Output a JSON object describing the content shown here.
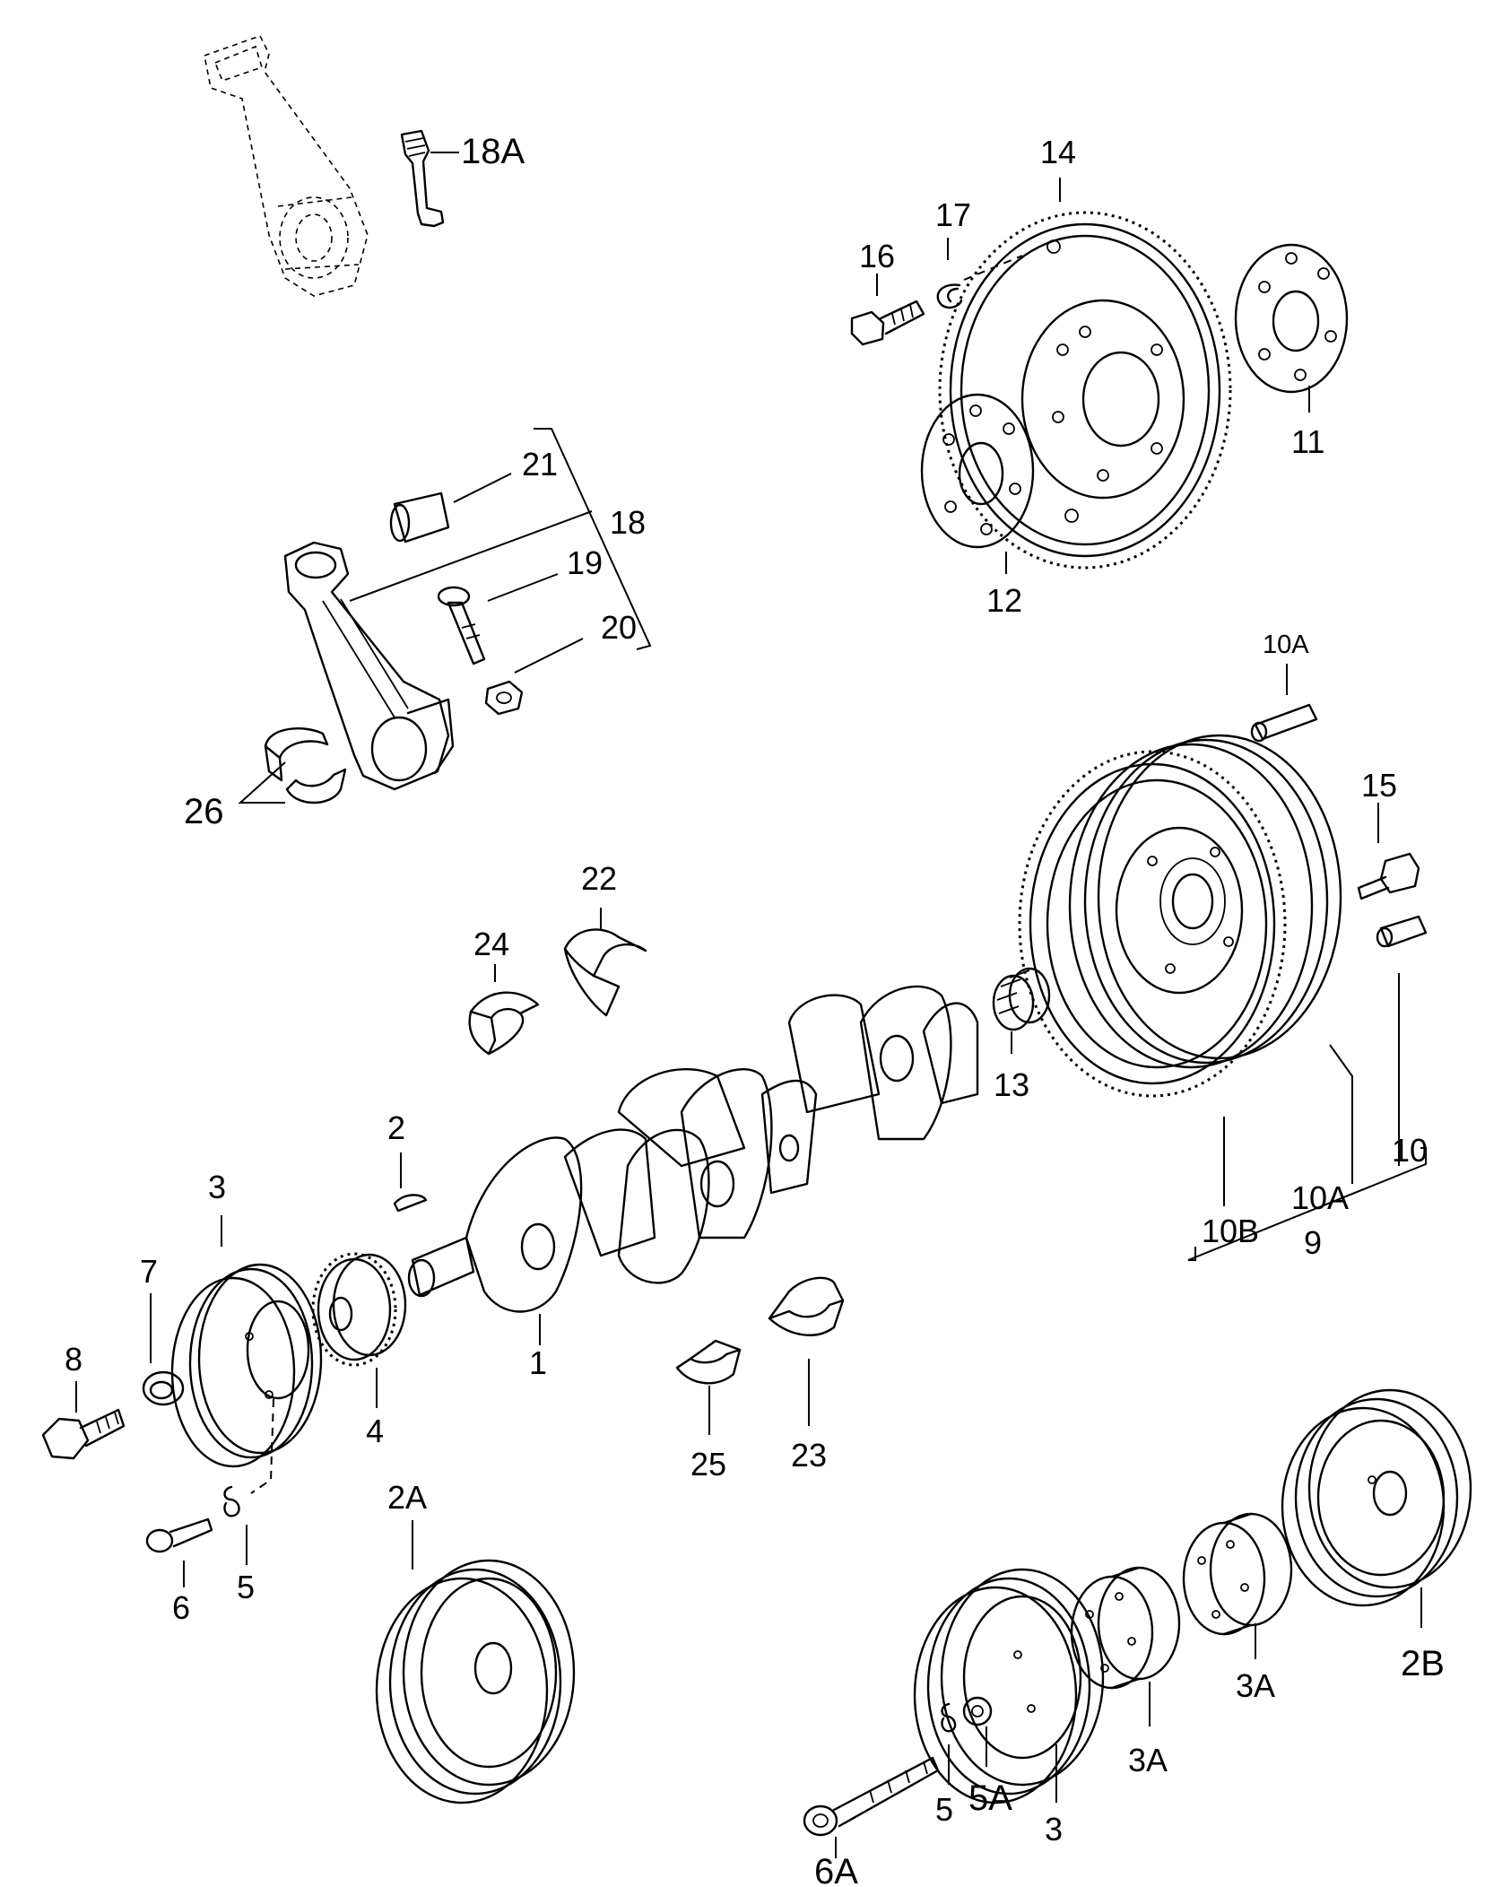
{
  "labels": {
    "p1": "1",
    "p2": "2",
    "p2a": "2A",
    "p2b": "2B",
    "p3_top": "3",
    "p3_bottom": "3",
    "p3a_left": "3A",
    "p3a_right": "3A",
    "p4": "4",
    "p5_top": "5",
    "p5_bottom": "5",
    "p5a": "5A",
    "p6": "6",
    "p6a": "6A",
    "p7": "7",
    "p8": "8",
    "p9": "9",
    "p10": "10",
    "p10a_top": "10A",
    "p10a_bottom": "10A",
    "p10b": "10B",
    "p11": "11",
    "p12": "12",
    "p13": "13",
    "p14": "14",
    "p15": "15",
    "p16": "16",
    "p17": "17",
    "p18": "18",
    "p18a": "18A",
    "p19": "19",
    "p20": "20",
    "p21": "21",
    "p22": "22",
    "p23": "23",
    "p24": "24",
    "p25": "25",
    "p26": "26"
  }
}
